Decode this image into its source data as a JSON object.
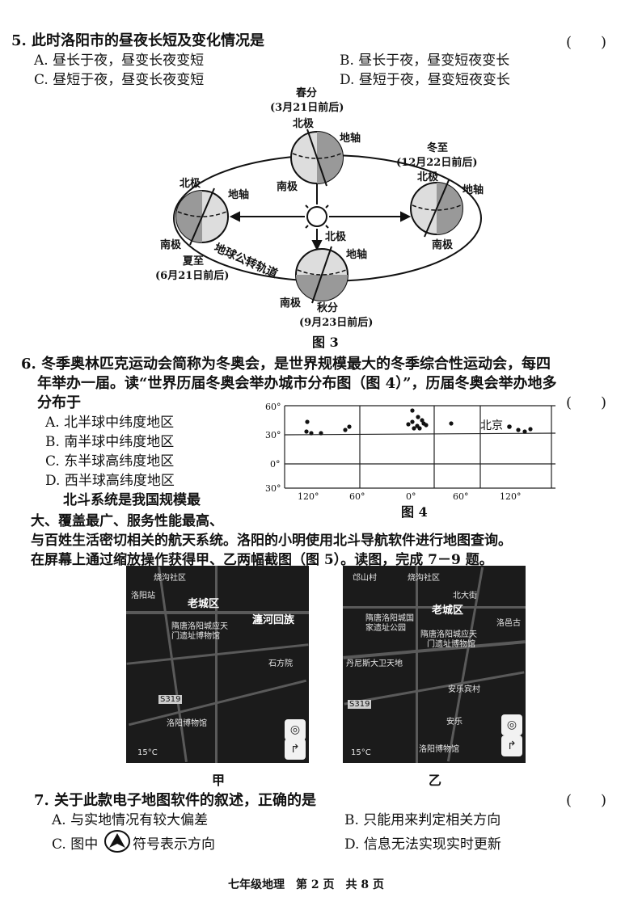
{
  "q5": {
    "stem": "5. 此时洛阳市的昼夜长短及变化情况是",
    "paren": "(　　)",
    "options": [
      "A. 昼长于夜，昼变长夜变短",
      "B. 昼长于夜，昼变短夜变长",
      "C. 昼短于夜，昼变长夜变短",
      "D. 昼短于夜，昼变短夜变长"
    ]
  },
  "fig3": {
    "caption": "图 3",
    "spring": "春分",
    "spring_date": "(3月21日前后)",
    "winter": "冬至",
    "winter_date": "(12月22日前后)",
    "summer": "夏至",
    "summer_date": "(6月21日前后)",
    "autumn": "秋分",
    "autumn_date": "(9月23日前后)",
    "north_pole": "北极",
    "south_pole": "南极",
    "axis": "地轴",
    "orbit": "地球公转轨道"
  },
  "q6": {
    "stem_line1": "6. 冬季奥林匹克运动会简称为冬奥会，是世界规模最大的冬季综合性运动会，每四",
    "stem_line2": "年举办一届。读“世界历届冬奥会举办城市分布图（图 4）”，历届冬奥会举办地多",
    "stem_line3": "分布于",
    "paren": "(　　)",
    "options": [
      "A. 北半球中纬度地区",
      "B. 南半球中纬度地区",
      "C. 东半球高纬度地区",
      "D. 西半球高纬度地区"
    ]
  },
  "fig4": {
    "caption": "图 4",
    "beijing": "北京",
    "y_ticks": [
      "60°",
      "30°",
      "0°",
      "30°"
    ],
    "x_ticks": [
      "120°",
      "60°",
      "0°",
      "60°",
      "120°"
    ]
  },
  "passage": {
    "line1": "北斗系统是我国规模最",
    "line2": "大、覆盖最广、服务性能最高、",
    "line3": "与百姓生活密切相关的航天系统。洛阳的小明使用北斗导航软件进行地图查询。",
    "line4": "在屏幕上通过缩放操作获得甲、乙两幅截图（图 5）。读图，完成 7－9 题。"
  },
  "map_a": {
    "caption": "甲",
    "labels": [
      "烧沟社区",
      "洛阳站",
      "老城区",
      "瀍河回族",
      "隋唐洛阳城应天",
      "门遗址博物馆",
      "石方院",
      "洛阳博物馆",
      "15°C"
    ],
    "road": "S319"
  },
  "map_b": {
    "caption": "乙",
    "labels": [
      "邙山村",
      "烧沟社区",
      "北大街",
      "老城区",
      "隋唐洛阳城国",
      "家遗址公园",
      "隋唐洛阳城应天",
      "门遗址博物馆",
      "洛邑古",
      "丹尼斯大卫天地",
      "安乐宾村",
      "安乐",
      "洛阳博物馆",
      "15°C"
    ],
    "road": "S319"
  },
  "q7": {
    "stem": "7. 关于此款电子地图软件的叙述，正确的是",
    "paren": "(　　)",
    "optA": "A. 与实地情况有较大偏差",
    "optB": "B. 只能用来判定相关方向",
    "optC_pre": "C. 图中",
    "optC_post": "符号表示方向",
    "optD": "D. 信息无法实现实时更新"
  },
  "footer": "七年级地理　第 2 页　共 8 页"
}
